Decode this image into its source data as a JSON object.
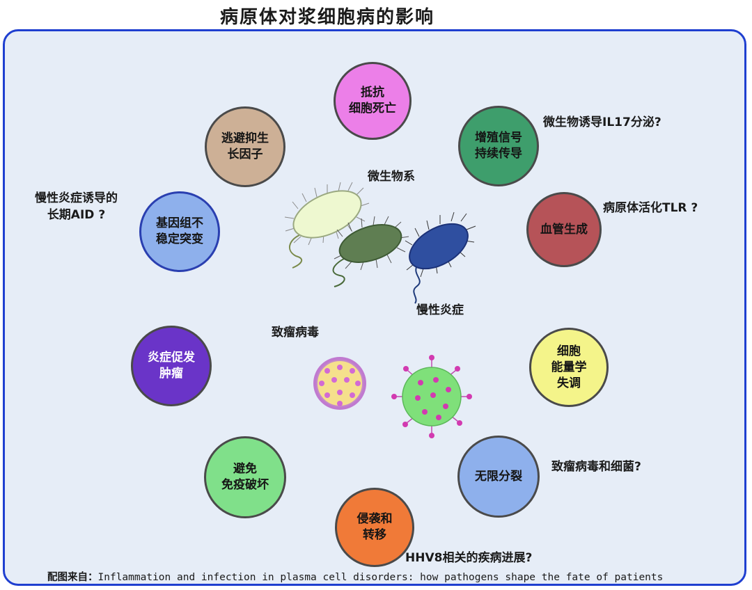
{
  "title": "病原体对浆细胞病的影响",
  "colors": {
    "border": "#1f3fd0",
    "panel_bg": "#e6edf7"
  },
  "circles": [
    {
      "id": "resist-death",
      "text": "抵抗\n细胞死亡",
      "color": "#ec7fe8"
    },
    {
      "id": "proliferative-signaling",
      "text": "增殖信号\n持续传导",
      "color": "#3e9e6c"
    },
    {
      "id": "angiogenesis",
      "text": "血管生成",
      "color": "#b65358"
    },
    {
      "id": "cellular-energetics",
      "text": "细胞\n能量学\n失调",
      "color": "#f4f48a"
    },
    {
      "id": "replicative-immortality",
      "text": "无限分裂",
      "color": "#8eb0ec"
    },
    {
      "id": "invasion-metastasis",
      "text": "侵袭和\n转移",
      "color": "#f07a38"
    },
    {
      "id": "avoid-immune-destruction",
      "text": "避免\n免疫破坏",
      "color": "#80e08a"
    },
    {
      "id": "tumor-promoting-inflammation",
      "text": "炎症促发\n肿瘤",
      "color": "#6a34c8"
    },
    {
      "id": "genome-instability",
      "text": "基因组不\n稳定突变",
      "color": "#8eb0ec"
    },
    {
      "id": "evade-growth-suppressors",
      "text": "逃避抑生\n长因子",
      "color": "#cdb096"
    }
  ],
  "labels": {
    "microbial_il17": "微生物诱导IL17分泌?",
    "pathogen_tlr": "病原体活化TLR ?",
    "chronic_aid": "慢性炎症诱导的\n长期AID ?",
    "oncogenic_bacteria": "致瘤病毒和细菌?",
    "hhv8": "HHV8相关的疾病进展?",
    "microbiota": "微生物系",
    "chronic_inflammation": "慢性炎症",
    "oncogenic_virus": "致瘤病毒"
  },
  "caption": {
    "prefix": "配图来自：",
    "text": "Inflammation and infection in plasma cell disorders: how pathogens shape the fate of patients"
  }
}
